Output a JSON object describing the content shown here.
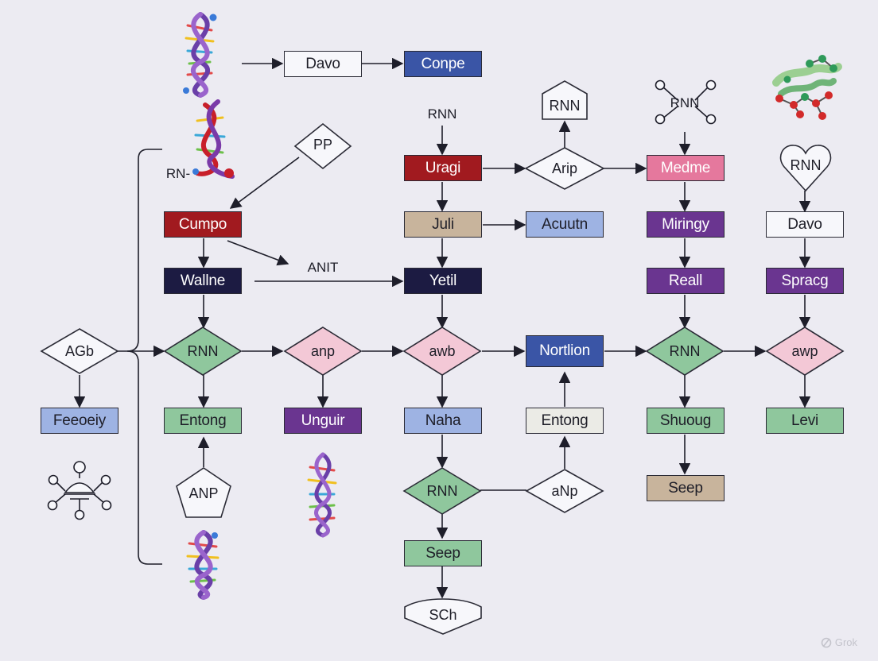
{
  "colors": {
    "red": "#a11a1f",
    "navy": "#1c1b42",
    "blue": "#3a55a6",
    "light_blue": "#9eb3e3",
    "tan": "#c8b49c",
    "purple": "#6a3590",
    "pink": "#e5789d",
    "green": "#8fc79d",
    "white": "#f7f7fb",
    "light_gray": "#ebebe6",
    "pink_diamond": "#f3c8d6",
    "green_diamond": "#8fc79d",
    "white_diamond": "#f7f7fb"
  },
  "boxes": {
    "davo_top": "Davo",
    "conpe": "Conpe",
    "uragi": "Uragi",
    "juli": "Juli",
    "acuutn": "Acuutn",
    "yetil": "Yetil",
    "cumpo": "Cumpo",
    "wallne": "Wallne",
    "medme": "Medme",
    "miringy": "Miringy",
    "reall": "Reall",
    "davo_right": "Davo",
    "spracg": "Spracg",
    "feeoeiy": "Feeoeiy",
    "entong_left": "Entong",
    "unguir": "Unguir",
    "naha": "Naha",
    "nortlion": "Nortlion",
    "entong_mid": "Entong",
    "shuoug": "Shuoug",
    "levi": "Levi",
    "seep_right": "Seep",
    "seep_bottom": "Seep"
  },
  "shapes": {
    "rnn_house": "RNN",
    "arip": "Arip",
    "pp": "PP",
    "rnn_heart": "RNN",
    "agb": "AGb",
    "rnn_green_left": "RNN",
    "anp": "anp",
    "awb": "awb",
    "rnn_green_right": "RNN",
    "awp": "awp",
    "anp_pentagon": "ANP",
    "rnn_green_bottom": "RNN",
    "anp_white": "aNp",
    "sch": "SCh"
  },
  "labels": {
    "rnn_under_conpe": "RNN",
    "anit": "ANIT",
    "rn_dna": "RN-",
    "rnn_molecule": "RNN"
  },
  "watermark": "Grok"
}
